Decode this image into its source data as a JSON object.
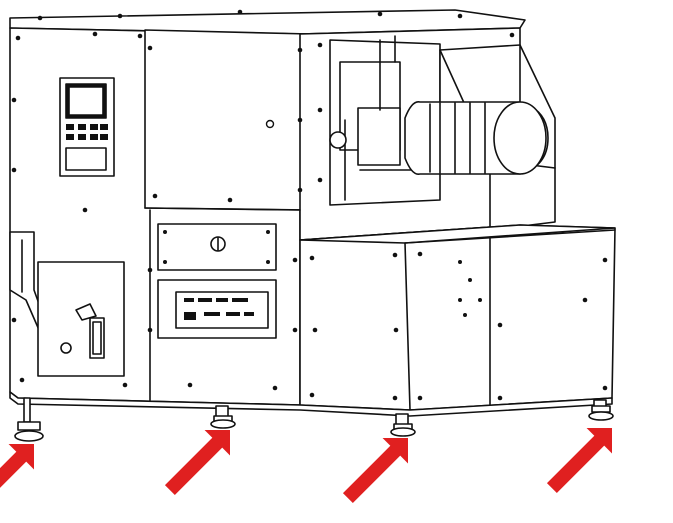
{
  "figure": {
    "subject": "projector-cabinet-line-drawing",
    "highlighted_parts": [
      "leveling-foot",
      "leveling-foot",
      "leveling-foot",
      "leveling-foot"
    ],
    "arrow_color": "#e02020",
    "line_color": "#111111",
    "fill_color": "#ffffff",
    "icons": [
      "control-panel-icon",
      "lens-icon",
      "connector-panel-icon",
      "key-lock-icon",
      "power-switch-icon",
      "handle-icon"
    ]
  }
}
